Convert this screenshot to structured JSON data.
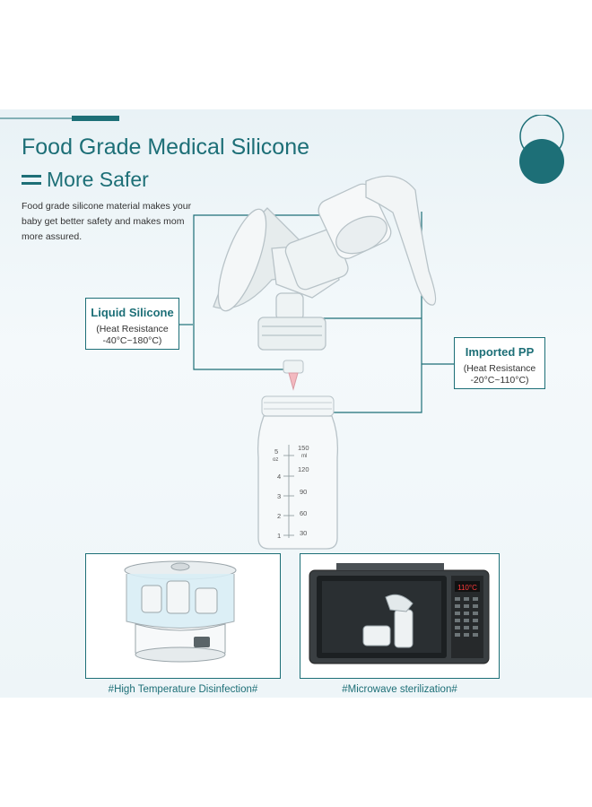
{
  "heading": {
    "title": "Food Grade Medical Silicone",
    "subtitle": "More Safer",
    "description": "Food grade silicone material makes your baby get better safety and makes mom more assured."
  },
  "labels": {
    "liquid_silicone": {
      "title": "Liquid Silicone",
      "detail_line1": "(Heat Resistance",
      "detail_line2": "-40°C~180°C)"
    },
    "imported_pp": {
      "title": "Imported PP",
      "detail_line1": "(Heat Resistance",
      "detail_line2": "-20°C~110°C)"
    }
  },
  "bottle_scale": {
    "oz_unit": "oz",
    "oz_top": "5",
    "oz_marks": [
      "4",
      "3",
      "2",
      "1"
    ],
    "ml_unit": "ml",
    "ml_top": "150",
    "ml_marks": [
      "120",
      "90",
      "60",
      "30"
    ]
  },
  "microwave_display": "110°C",
  "captions": {
    "left": "#High Temperature Disinfection#",
    "right": "#Microwave sterilization#"
  },
  "colors": {
    "accent": "#1d6f77",
    "background": "#eef5f8"
  }
}
